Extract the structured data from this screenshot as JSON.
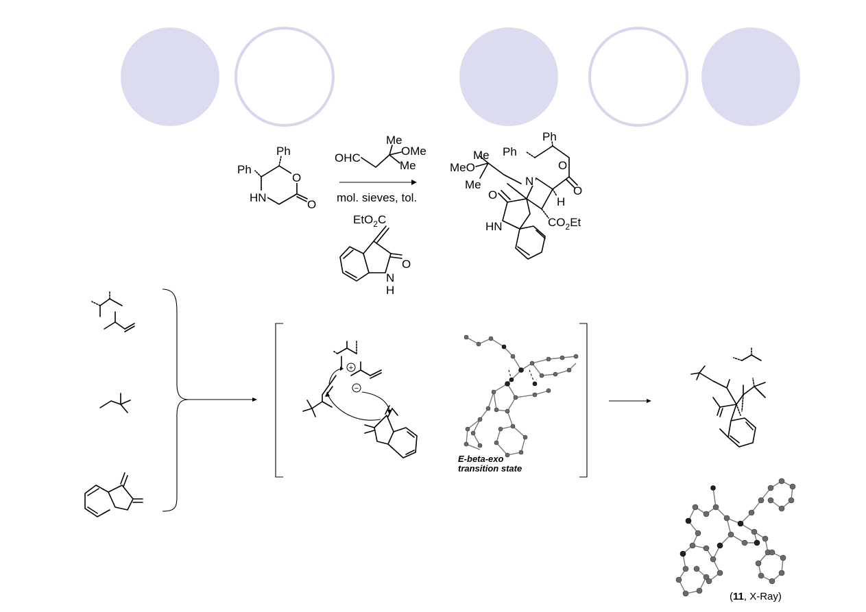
{
  "decor": {
    "filled_color": "#dcdcf0",
    "ring_color": "#d6d6ee"
  },
  "reaction": {
    "reagent_top": {
      "me1": "Me",
      "ohc": "OHC",
      "ome": "OMe",
      "me2": "Me"
    },
    "condition": "mol. sieves, tol.",
    "oxindole_ester": "EtO",
    "oxindole_ester_sub": "2",
    "oxindole_ester_tail": "C",
    "oxindole_o": "O",
    "oxindole_n": "N",
    "oxindole_h": "H",
    "morpholinone": {
      "ph_top": "Ph",
      "ph_left": "Ph",
      "hn": "HN",
      "o_ring": "O",
      "o_carbonyl": "O"
    },
    "product": {
      "ph_top": "Ph",
      "ph_left": "Ph",
      "me1": "Me",
      "meo": "MeO",
      "me2": "Me",
      "n": "N",
      "o_ring": "O",
      "o_carbonyl": "O",
      "h": "H",
      "o_oxindole": "O",
      "hn": "HN",
      "co2et_a": "CO",
      "co2et_sub": "2",
      "co2et_b": "Et"
    }
  },
  "transition": {
    "plus": "+",
    "minus": "−",
    "caption_line1": "E-beta-exo",
    "caption_line2": "transition state"
  },
  "xray": {
    "caption_open": "(",
    "caption_num": "11",
    "caption_rest": ", X-Ray)"
  }
}
